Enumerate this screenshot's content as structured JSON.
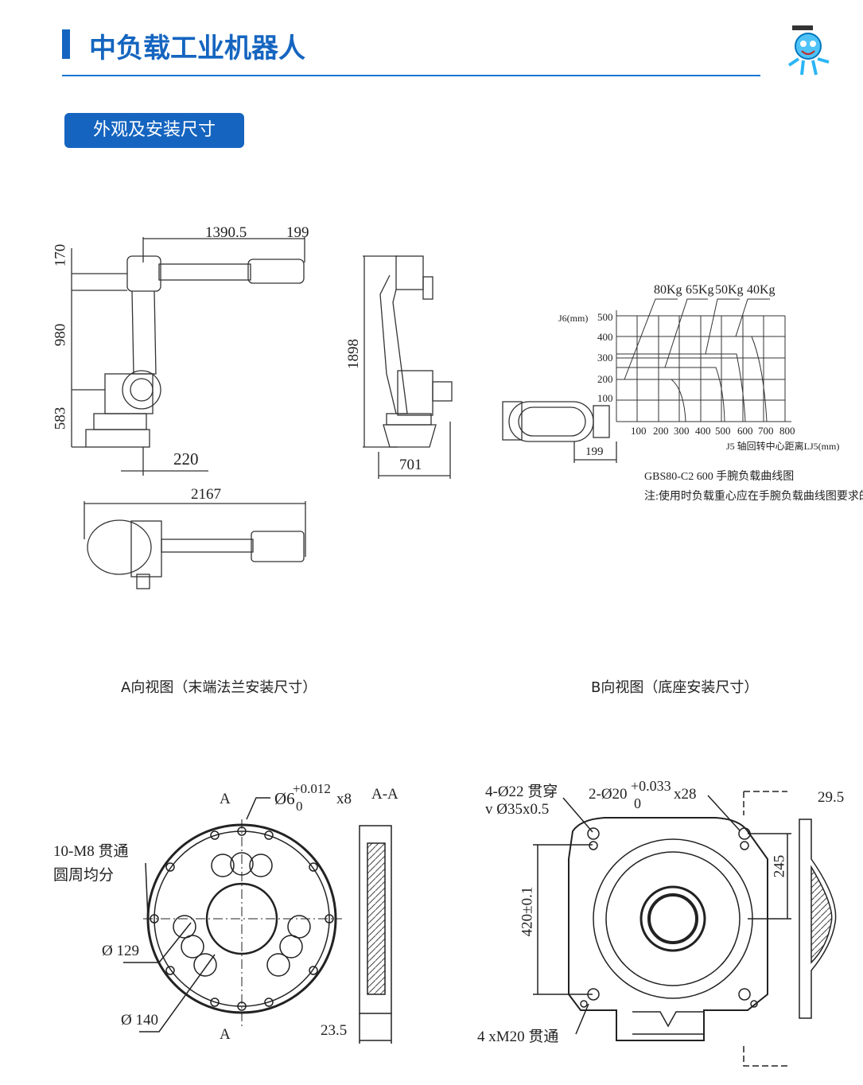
{
  "header": {
    "title": "中负载工业机器人",
    "accent": "#1565c0"
  },
  "section": {
    "badge": "外观及安装尺寸"
  },
  "side_views": {
    "dims": {
      "arm_length": "1390.5",
      "wrist_offset": "199",
      "top": "170",
      "upper_arm": "980",
      "base_height": "583",
      "base_offset": "220",
      "total_height": "1898",
      "base_depth": "701",
      "total_length": "2167"
    }
  },
  "load_chart": {
    "y_label": "J6(mm)",
    "y_ticks": [
      "500",
      "400",
      "300",
      "200",
      "100"
    ],
    "x_ticks": [
      "100",
      "200",
      "300",
      "400",
      "500",
      "600",
      "700",
      "800"
    ],
    "x_label": "J5 轴回转中心距离LJ5(mm)",
    "series": [
      "80Kg",
      "65Kg",
      "50Kg",
      "40Kg"
    ],
    "flange_dim": "199",
    "title": "GBS80-C2 600 手腕负载曲线图",
    "note": "注:使用时负载重心应在手腕负载曲线图要求的范围内"
  },
  "captions": {
    "a_view": "A向视图（末端法兰安装尺寸）",
    "b_view": "B向视图（底座安装尺寸）"
  },
  "a_view": {
    "section_top": "A",
    "section_bottom": "A",
    "pin": "Ø6",
    "pin_tol_upper": "+0.012",
    "pin_tol_lower": "0",
    "pin_count": "x8",
    "section_label": "A-A",
    "thread": "10-M8 贯通",
    "thread_note": "圆周均分",
    "d129": "Ø 129",
    "d140": "Ø 140",
    "thickness": "23.5"
  },
  "b_view": {
    "holes": "4-Ø22  贯穿",
    "counterbore": "v Ø35x0.5",
    "pins": "2-Ø20",
    "pin_tol_upper": "+0.033",
    "pin_tol_lower": "0",
    "pin_depth": "x28",
    "thick": "29.5",
    "span_small": "245",
    "span_large": "420±0.1",
    "tapped": "4 xM20  贯通"
  }
}
